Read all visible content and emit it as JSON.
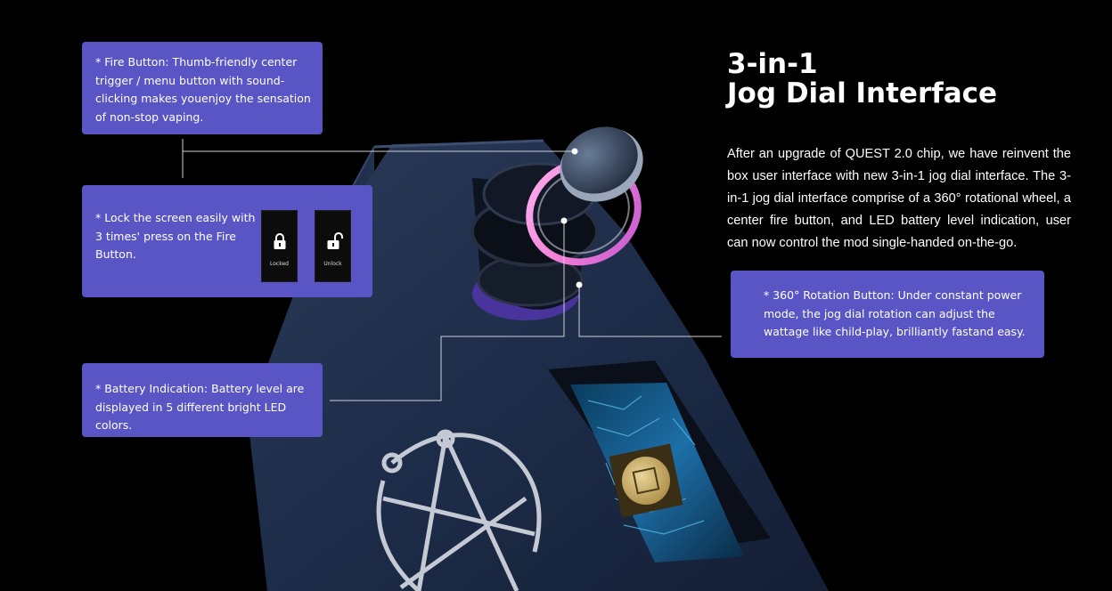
{
  "heading": {
    "line1": "3-in-1",
    "line2": "Jog Dial Interface"
  },
  "description": "After an upgrade of QUEST 2.0 chip, we have reinvent the box user interface with new 3-in-1 jog dial interface. The 3-in-1 jog dial interface comprise of a 360° rotational wheel, a center fire button, and LED battery level indication, user can now control the mod single-handed on-the-go.",
  "callouts": {
    "fire_button": "* Fire Button: Thumb-friendly center trigger / menu button with sound-clicking makes youenjoy the sensation of non-stop vaping.",
    "lock_screen": "* Lock the screen easily with 3 times' press on the Fire Button.",
    "battery": "* Battery Indication: Battery level are displayed in 5 different bright LED colors.",
    "rotation": "* 360° Rotation Button: Under constant power mode, the jog dial rotation can adjust the wattage like child-play, brilliantly fastand easy."
  },
  "lock_screens": {
    "locked_label": "Locked",
    "unlock_label": "Unlock"
  },
  "colors": {
    "background": "#000000",
    "callout_bg": "#5a55c4",
    "device_body": "#1b2c48",
    "ring_led": "#f07ad8"
  },
  "icons": [
    "lock-icon",
    "unlock-icon",
    "circuit-chip-logo",
    "pentagram-engraving"
  ]
}
